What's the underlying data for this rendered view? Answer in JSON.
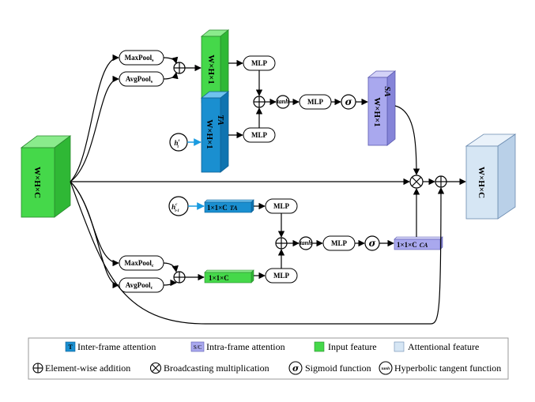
{
  "colors": {
    "input_green": "#45d84a",
    "attn_blue": "#1a8fd0",
    "intra_purple": "#a9a8ee",
    "attentional_light": "#d6e6f4",
    "arrow_blue": "#1a9be0"
  },
  "cubes": {
    "input": "W×H×C",
    "output": "W×H×C",
    "spatial_pooled": "W×H×1",
    "spatial_temporal": "W×H×1",
    "spatial_temporal_tag": "TA",
    "spatial_attention": "W×H×1",
    "spatial_attention_tag": "SA"
  },
  "nodes": {
    "maxpool_s": "MaxPool",
    "maxpool_s_sub": "s",
    "avgpool_s": "AvgPool",
    "avgpool_s_sub": "s",
    "maxpool_c": "MaxPool",
    "maxpool_c_sub": "c",
    "avgpool_c": "AvgPool",
    "avgpool_c_sub": "c",
    "mlp": "MLP",
    "tanh": "tanh",
    "sigma": "σ",
    "h_s": "h",
    "h_s_sup": "s",
    "h_s_sub": "t",
    "h_c": "h",
    "h_c_sup": "c",
    "h_c_sub": "t-1"
  },
  "bars": {
    "channel_ta": "1×1×C",
    "channel_ta_tag": "TA",
    "channel_pooled": "1×1×C",
    "channel_ca": "1×1×C",
    "channel_ca_tag": "CA"
  },
  "legend": {
    "row1": [
      {
        "swatch_text": "T",
        "label": "Inter-frame attention"
      },
      {
        "swatch_text": "S/C",
        "label": "Intra-frame attention"
      },
      {
        "swatch_text": "",
        "label": "Input feature"
      },
      {
        "swatch_text": "",
        "label": "Attentional feature"
      }
    ],
    "row2": [
      {
        "label": "Element-wise addition"
      },
      {
        "label": "Broadcasting multiplication"
      },
      {
        "symbol": "σ",
        "label": "Sigmoid function"
      },
      {
        "symbol": "tanh",
        "label": "Hyperbolic tangent function"
      }
    ]
  }
}
